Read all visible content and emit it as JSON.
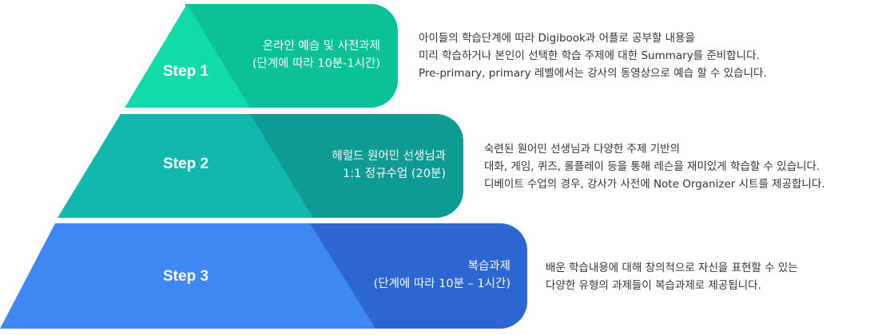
{
  "tiers": [
    {
      "step": "Step 1",
      "box_lines": [
        "온라인 예습 및 사전과제",
        "(단계에 따라 10분-1시간)"
      ],
      "desc_lines": [
        "아이들의 학습단계에 따라 Digibook과 어플로 공부할 내용을",
        "미리 학습하거나 본인이 선택한 학습 주제에 대한 Summary를 준비합니다.",
        "Pre-primary, primary 레벨에서는 강사의 동영상으로 예습 할 수 있습니다."
      ],
      "colors": {
        "triangle": "#11dba8",
        "box": "#0cc195"
      }
    },
    {
      "step": "Step 2",
      "box_lines": [
        "헤럴드 원어민 선생님과",
        "1:1 정규수업 (20분)"
      ],
      "desc_lines": [
        "숙련된 원어민 선생님과 다양한 주제 기반의",
        "대화, 게임, 퀴즈, 롤플레이 등을 통해 레슨을 재미있게 학습할 수 있습니다.",
        "디베이트 수업의 경우, 강사가 사전에 Note Organizer 시트를 제공합니다."
      ],
      "colors": {
        "triangle": "#10b8ad",
        "box": "#0e9b93"
      }
    },
    {
      "step": "Step 3",
      "box_lines": [
        "복습과제",
        "(단계에 따라 10분 – 1시간)"
      ],
      "desc_lines": [
        "배운 학습내용에 대해 창의적으로 자신을 표현할 수 있는",
        "다양한 유형의 과제들이 복습과제로 제공됩니다."
      ],
      "colors": {
        "triangle": "#3f88f3",
        "box": "#2b66d1"
      }
    }
  ]
}
